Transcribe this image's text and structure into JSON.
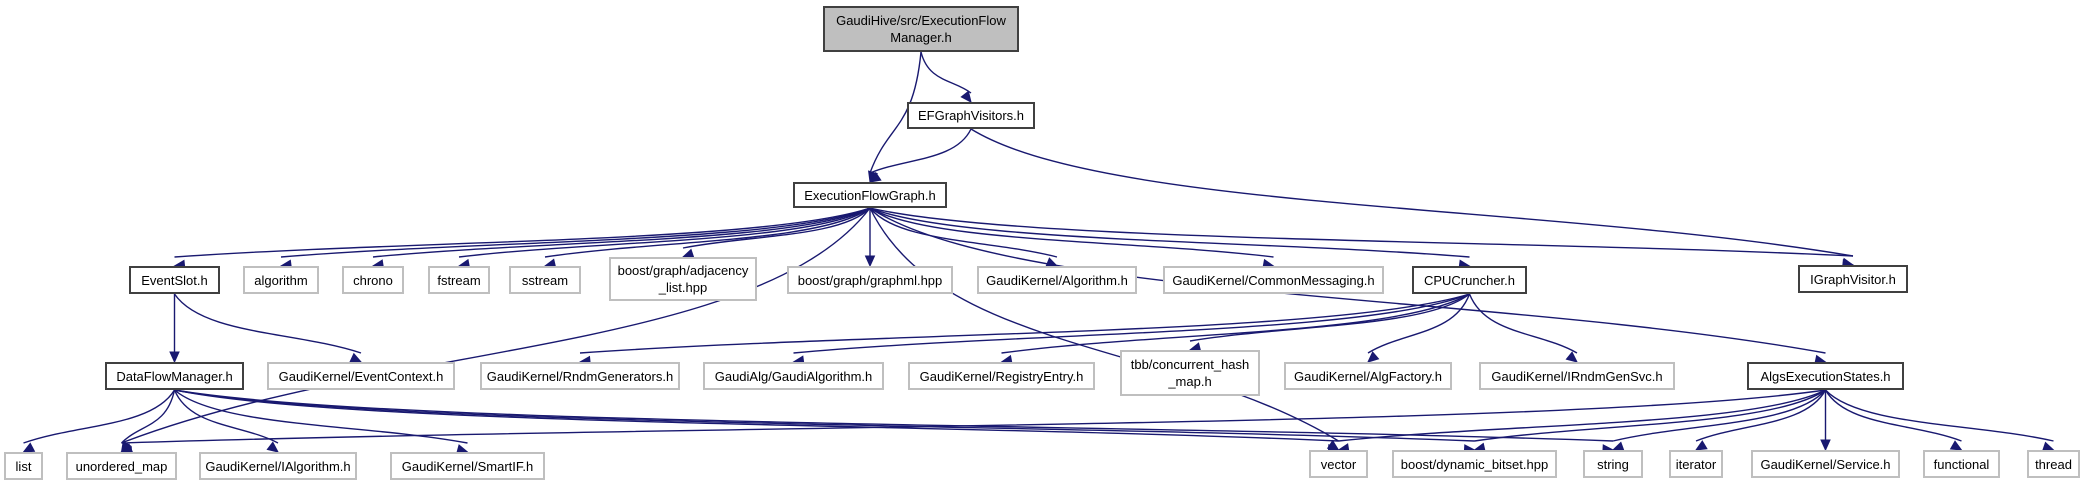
{
  "colors": {
    "edge": "#191970",
    "root_fill": "#bfbfbf",
    "external_border": "#bfbfbf",
    "local_border": "#404040"
  },
  "nodes": {
    "root": {
      "label": "GaudiHive/src/ExecutionFlow\nManager.h",
      "kind": "root"
    },
    "efvis": {
      "label": "EFGraphVisitors.h",
      "kind": "local"
    },
    "efg": {
      "label": "ExecutionFlowGraph.h",
      "kind": "local"
    },
    "eventslot": {
      "label": "EventSlot.h",
      "kind": "local"
    },
    "algorithm": {
      "label": "algorithm",
      "kind": "ext"
    },
    "chrono": {
      "label": "chrono",
      "kind": "ext"
    },
    "fstream": {
      "label": "fstream",
      "kind": "ext"
    },
    "sstream": {
      "label": "sstream",
      "kind": "ext"
    },
    "adjlist": {
      "label": "boost/graph/adjacency\n_list.hpp",
      "kind": "ext"
    },
    "graphml": {
      "label": "boost/graph/graphml.hpp",
      "kind": "ext"
    },
    "gkalg": {
      "label": "GaudiKernel/Algorithm.h",
      "kind": "ext"
    },
    "commsg": {
      "label": "GaudiKernel/CommonMessaging.h",
      "kind": "ext"
    },
    "cpu": {
      "label": "CPUCruncher.h",
      "kind": "local"
    },
    "igv": {
      "label": "IGraphVisitor.h",
      "kind": "local"
    },
    "dfm": {
      "label": "DataFlowManager.h",
      "kind": "local"
    },
    "evctx": {
      "label": "GaudiKernel/EventContext.h",
      "kind": "ext"
    },
    "rndmgen": {
      "label": "GaudiKernel/RndmGenerators.h",
      "kind": "ext"
    },
    "gaudialg": {
      "label": "GaudiAlg/GaudiAlgorithm.h",
      "kind": "ext"
    },
    "regentry": {
      "label": "GaudiKernel/RegistryEntry.h",
      "kind": "ext"
    },
    "tbb": {
      "label": "tbb/concurrent_hash\n_map.h",
      "kind": "ext"
    },
    "algfactory": {
      "label": "GaudiKernel/AlgFactory.h",
      "kind": "ext"
    },
    "irndm": {
      "label": "GaudiKernel/IRndmGenSvc.h",
      "kind": "ext"
    },
    "aes": {
      "label": "AlgsExecutionStates.h",
      "kind": "local"
    },
    "list": {
      "label": "list",
      "kind": "ext"
    },
    "umap": {
      "label": "unordered_map",
      "kind": "ext"
    },
    "ialg": {
      "label": "GaudiKernel/IAlgorithm.h",
      "kind": "ext"
    },
    "smartif": {
      "label": "GaudiKernel/SmartIF.h",
      "kind": "ext"
    },
    "vector": {
      "label": "vector",
      "kind": "ext"
    },
    "bitset": {
      "label": "boost/dynamic_bitset.hpp",
      "kind": "ext"
    },
    "string": {
      "label": "string",
      "kind": "ext"
    },
    "iterator": {
      "label": "iterator",
      "kind": "ext"
    },
    "service": {
      "label": "GaudiKernel/Service.h",
      "kind": "ext"
    },
    "functional": {
      "label": "functional",
      "kind": "ext"
    },
    "thread": {
      "label": "thread",
      "kind": "ext"
    }
  },
  "edges": [
    [
      "root",
      "efg"
    ],
    [
      "root",
      "efvis"
    ],
    [
      "efvis",
      "efg"
    ],
    [
      "efvis",
      "igv"
    ],
    [
      "efg",
      "umap"
    ],
    [
      "efg",
      "eventslot"
    ],
    [
      "efg",
      "algorithm"
    ],
    [
      "efg",
      "chrono"
    ],
    [
      "efg",
      "fstream"
    ],
    [
      "efg",
      "sstream"
    ],
    [
      "efg",
      "adjlist"
    ],
    [
      "efg",
      "graphml"
    ],
    [
      "efg",
      "gkalg"
    ],
    [
      "efg",
      "commsg"
    ],
    [
      "efg",
      "cpu"
    ],
    [
      "efg",
      "vector"
    ],
    [
      "efg",
      "igv"
    ],
    [
      "efg",
      "aes"
    ],
    [
      "eventslot",
      "dfm"
    ],
    [
      "eventslot",
      "evctx"
    ],
    [
      "dfm",
      "list"
    ],
    [
      "dfm",
      "umap"
    ],
    [
      "dfm",
      "ialg"
    ],
    [
      "dfm",
      "smartif"
    ],
    [
      "dfm",
      "vector"
    ],
    [
      "dfm",
      "bitset"
    ],
    [
      "dfm",
      "string"
    ],
    [
      "cpu",
      "rndmgen"
    ],
    [
      "cpu",
      "gaudialg"
    ],
    [
      "cpu",
      "regentry"
    ],
    [
      "cpu",
      "tbb"
    ],
    [
      "cpu",
      "algfactory"
    ],
    [
      "cpu",
      "irndm"
    ],
    [
      "aes",
      "umap"
    ],
    [
      "aes",
      "vector"
    ],
    [
      "aes",
      "bitset"
    ],
    [
      "aes",
      "string"
    ],
    [
      "aes",
      "iterator"
    ],
    [
      "aes",
      "service"
    ],
    [
      "aes",
      "functional"
    ],
    [
      "aes",
      "thread"
    ]
  ]
}
